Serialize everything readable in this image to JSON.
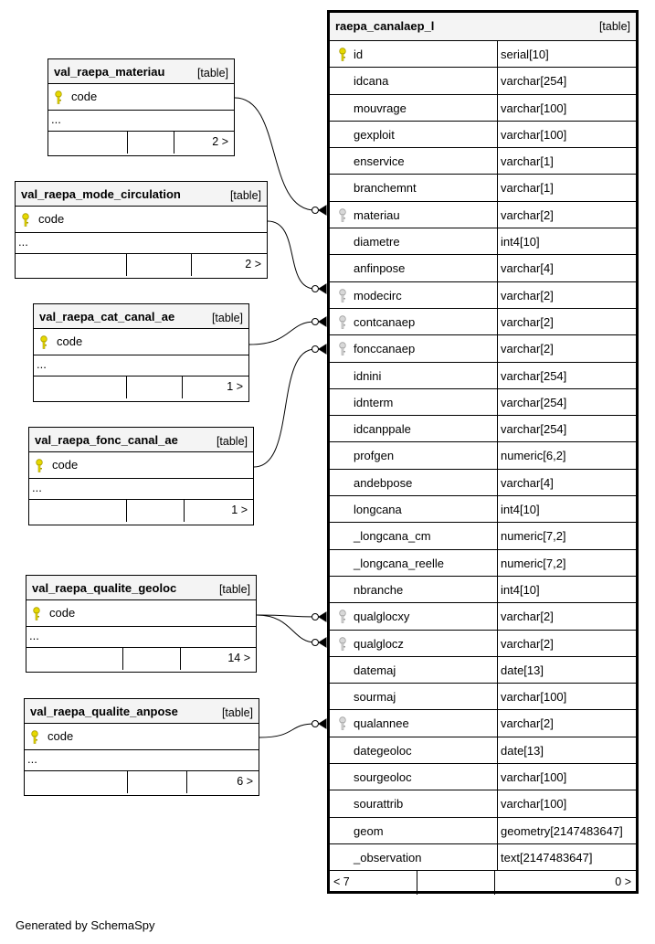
{
  "main_table": {
    "name": "raepa_canalaep_l",
    "kind": "[table]",
    "columns": [
      {
        "name": "id",
        "type": "serial[10]",
        "key": "pk"
      },
      {
        "name": "idcana",
        "type": "varchar[254]",
        "key": ""
      },
      {
        "name": "mouvrage",
        "type": "varchar[100]",
        "key": ""
      },
      {
        "name": "gexploit",
        "type": "varchar[100]",
        "key": ""
      },
      {
        "name": "enservice",
        "type": "varchar[1]",
        "key": ""
      },
      {
        "name": "branchemnt",
        "type": "varchar[1]",
        "key": ""
      },
      {
        "name": "materiau",
        "type": "varchar[2]",
        "key": "fk"
      },
      {
        "name": "diametre",
        "type": "int4[10]",
        "key": ""
      },
      {
        "name": "anfinpose",
        "type": "varchar[4]",
        "key": ""
      },
      {
        "name": "modecirc",
        "type": "varchar[2]",
        "key": "fk"
      },
      {
        "name": "contcanaep",
        "type": "varchar[2]",
        "key": "fk"
      },
      {
        "name": "fonccanaep",
        "type": "varchar[2]",
        "key": "fk"
      },
      {
        "name": "idnini",
        "type": "varchar[254]",
        "key": ""
      },
      {
        "name": "idnterm",
        "type": "varchar[254]",
        "key": ""
      },
      {
        "name": "idcanppale",
        "type": "varchar[254]",
        "key": ""
      },
      {
        "name": "profgen",
        "type": "numeric[6,2]",
        "key": ""
      },
      {
        "name": "andebpose",
        "type": "varchar[4]",
        "key": ""
      },
      {
        "name": "longcana",
        "type": "int4[10]",
        "key": ""
      },
      {
        "name": "_longcana_cm",
        "type": "numeric[7,2]",
        "key": ""
      },
      {
        "name": "_longcana_reelle",
        "type": "numeric[7,2]",
        "key": ""
      },
      {
        "name": "nbranche",
        "type": "int4[10]",
        "key": ""
      },
      {
        "name": "qualglocxy",
        "type": "varchar[2]",
        "key": "fk"
      },
      {
        "name": "qualglocz",
        "type": "varchar[2]",
        "key": "fk"
      },
      {
        "name": "datemaj",
        "type": "date[13]",
        "key": ""
      },
      {
        "name": "sourmaj",
        "type": "varchar[100]",
        "key": ""
      },
      {
        "name": "qualannee",
        "type": "varchar[2]",
        "key": "fk"
      },
      {
        "name": "dategeoloc",
        "type": "date[13]",
        "key": ""
      },
      {
        "name": "sourgeoloc",
        "type": "varchar[100]",
        "key": ""
      },
      {
        "name": "sourattrib",
        "type": "varchar[100]",
        "key": ""
      },
      {
        "name": "geom",
        "type": "geometry[2147483647]",
        "key": ""
      },
      {
        "name": "_observation",
        "type": "text[2147483647]",
        "key": ""
      }
    ],
    "footer_left": "< 7",
    "footer_right": "0 >"
  },
  "lookup_tables": [
    {
      "name": "val_raepa_materiau",
      "kind": "[table]",
      "column": "code",
      "dots": "...",
      "count": "2 >"
    },
    {
      "name": "val_raepa_mode_circulation",
      "kind": "[table]",
      "column": "code",
      "dots": "...",
      "count": "2 >"
    },
    {
      "name": "val_raepa_cat_canal_ae",
      "kind": "[table]",
      "column": "code",
      "dots": "...",
      "count": "1 >"
    },
    {
      "name": "val_raepa_fonc_canal_ae",
      "kind": "[table]",
      "column": "code",
      "dots": "...",
      "count": "1 >"
    },
    {
      "name": "val_raepa_qualite_geoloc",
      "kind": "[table]",
      "column": "code",
      "dots": "...",
      "count": "14 >"
    },
    {
      "name": "val_raepa_qualite_anpose",
      "kind": "[table]",
      "column": "code",
      "dots": "...",
      "count": "6 >"
    }
  ],
  "footer_text": "Generated by SchemaSpy",
  "colors": {
    "pk_key": "#e6d800",
    "fk_key": "#a8a8a8",
    "header_bg": "#f4f4f4"
  }
}
